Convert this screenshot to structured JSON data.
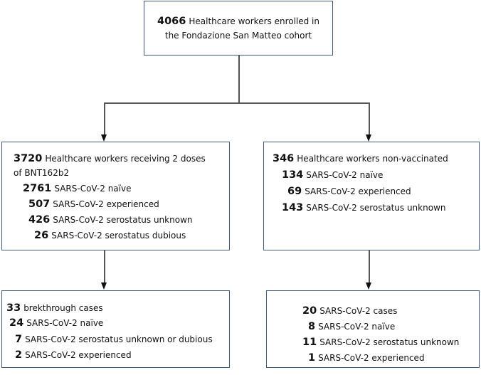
{
  "root": {
    "number": "4066",
    "line1_text": "Healthcare workers enrolled in",
    "line2_text": "the Fondazione San Matteo cohort"
  },
  "vaccinated": {
    "number": "3720",
    "title_line1": "Healthcare workers receiving 2 doses",
    "title_line2": "of BNT162b2",
    "items": [
      {
        "number": "2761",
        "text": "SARS-CoV-2 naïve"
      },
      {
        "number": "507",
        "text": "SARS-CoV-2 experienced"
      },
      {
        "number": "426",
        "text": "SARS-CoV-2 serostatus unknown"
      },
      {
        "number": "26",
        "text": "SARS-CoV-2 serostatus dubious"
      }
    ]
  },
  "non_vaccinated": {
    "number": "346",
    "title": "Healthcare workers  non-vaccinated",
    "items": [
      {
        "number": "134",
        "text": "SARS-CoV-2 naïve"
      },
      {
        "number": "69",
        "text": "SARS-CoV-2 experienced"
      },
      {
        "number": "143",
        "text": "SARS-CoV-2 serostatus unknown"
      }
    ]
  },
  "breakthrough": {
    "number": "33",
    "title": "brekthrough cases",
    "items": [
      {
        "number": "24",
        "text": "SARS-CoV-2 naïve"
      },
      {
        "number": "7",
        "text": "SARS-CoV-2 serostatus unknown or dubious"
      },
      {
        "number": "2",
        "text": "SARS-CoV-2 experienced"
      }
    ]
  },
  "cases": {
    "number": "20",
    "title": "SARS-CoV-2 cases",
    "items": [
      {
        "number": "8",
        "text": "SARS-CoV-2 naïve"
      },
      {
        "number": "11",
        "text": "SARS-CoV-2 serostatus unknown"
      },
      {
        "number": "1",
        "text": "SARS-CoV-2 experienced"
      }
    ]
  }
}
